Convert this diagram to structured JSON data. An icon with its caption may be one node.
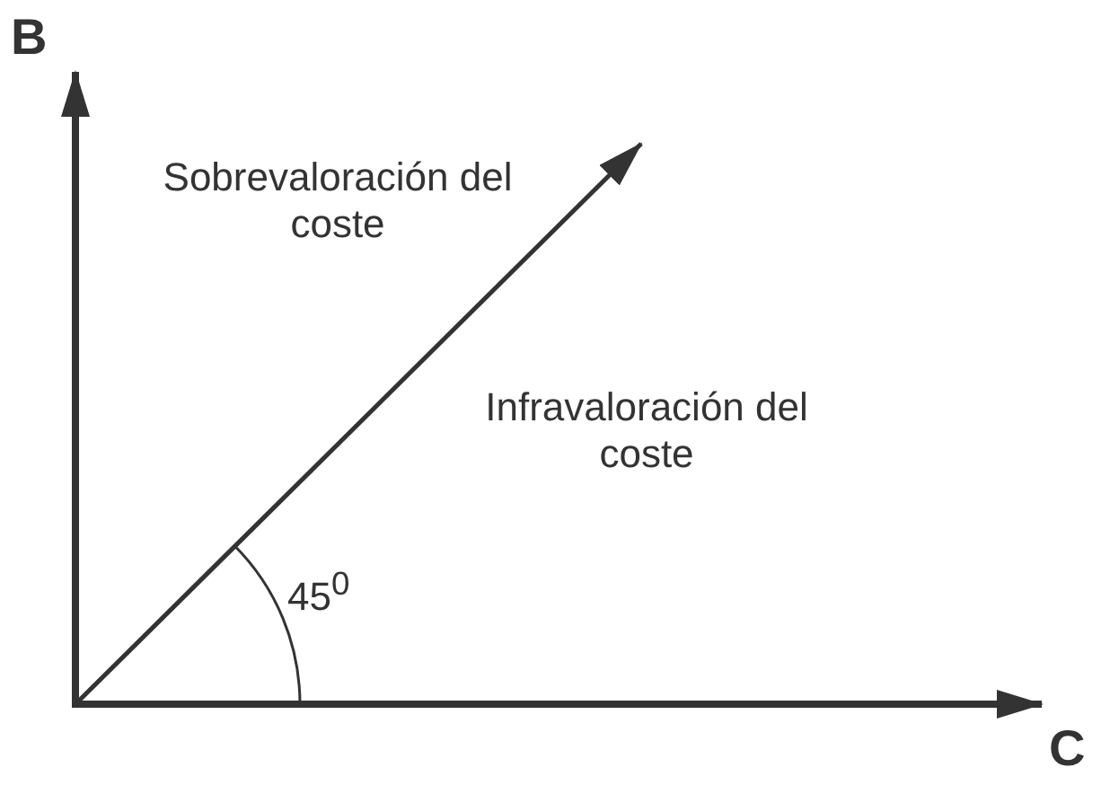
{
  "diagram": {
    "labels": [
      "B",
      "Sobrevaloración del coste",
      "Infravaloración del coste",
      "45$^{0}$",
      "C"
    ]
  }
}
